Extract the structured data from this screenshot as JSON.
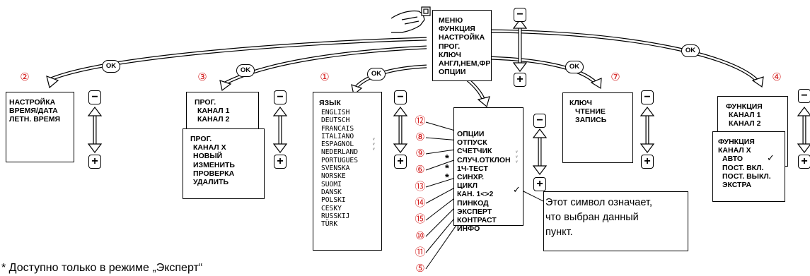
{
  "menu": {
    "items": [
      "МЕНЮ",
      "ФУНКЦИЯ",
      "НАСТРОЙКА",
      "ПРОГ.",
      "КЛЮЧ",
      "АНГЛ,НЕМ,ФР",
      "ОПЦИИ"
    ]
  },
  "ok_label": "OK",
  "minus_label": "−",
  "plus_label": "+",
  "settings": {
    "number": "②",
    "items": [
      "НАСТРОЙКА",
      "ВРЕМЯ/ДАТА",
      "ЛЕТН. ВРЕМЯ"
    ]
  },
  "program": {
    "number": "③",
    "back_items": [
      "ПРОГ.",
      "КАНАЛ 1",
      "КАНАЛ 2"
    ],
    "front_items": [
      "ПРОГ.",
      "КАНАЛ X",
      "НОВЫЙ",
      "ИЗМЕНИТЬ",
      "ПРОВЕРКА",
      "УДАЛИТЬ"
    ]
  },
  "language": {
    "number": "①",
    "title": "ЯЗЫК",
    "items": [
      "ENGLISH",
      "DEUTSCH",
      "FRANCAIS",
      "ITALIANO",
      "ESPAGNOL",
      "NEDERLAND",
      "PORTUGUES",
      "SVENSKA",
      "NORSKE",
      "SUOMI",
      "DANSK",
      "POLSKI",
      "CESKY",
      "RUSSKIJ",
      "TÜRK"
    ]
  },
  "options": {
    "items": [
      "ОПЦИИ",
      "ОТПУСК",
      "СЧЕТЧИК",
      "СЛУЧ.ОТКЛОН",
      "1Ч-ТЕСТ",
      "СИНХР.",
      "ЦИКЛ",
      "КАН. 1<>2",
      "ПИНКОД",
      "ЭКСПЕРТ",
      "КОНТРАСТ",
      "ИНФО"
    ],
    "numbers": [
      "⑫",
      "⑧",
      "⑨",
      "⑥",
      "⑬",
      "⑭",
      "⑮",
      "⑩",
      "⑪",
      "⑤"
    ],
    "stars": [
      "*",
      "*",
      "*"
    ]
  },
  "key": {
    "number": "⑦",
    "items": [
      "КЛЮЧ",
      "ЧТЕНИЕ",
      "ЗАПИСЬ"
    ]
  },
  "function": {
    "number": "④",
    "back_items": [
      "ФУНКЦИЯ",
      "КАНАЛ 1",
      "КАНАЛ 2"
    ],
    "front_items": [
      "ФУНКЦИЯ",
      "КАНАЛ X",
      "АВТО",
      "ПОСТ. ВКЛ.",
      "ПОСТ. ВЫКЛ.",
      "ЭКСТРА"
    ]
  },
  "check_mark": "✓",
  "callout": {
    "lines": [
      "Этот символ означает,",
      "что выбран данный",
      "пункт."
    ]
  },
  "footnote": "* Доступно только в режиме „Эксперт“"
}
